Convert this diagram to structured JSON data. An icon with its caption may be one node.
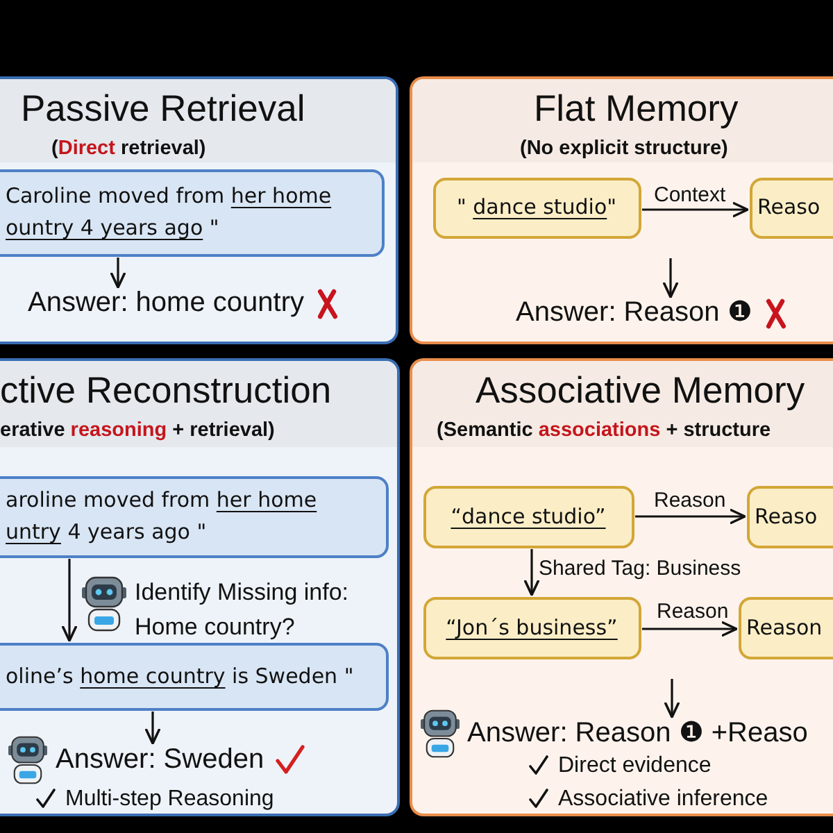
{
  "diagram": {
    "nodes": [
      {
        "text": [
          "Passive Retrieval",
          "(**Direct** retrieval)"
        ]
      },
      {
        "text": [
          "Caroline moved from *her home ountry 4 years ago* \""
        ],
        "in": 0
      },
      {
        "text": [
          "Answer: home country"
        ],
        "in": 0
      },
      {
        "text": [
          "Flat Memory",
          "(No explicit structure)"
        ]
      },
      {
        "text": [
          "\" *dance studio*\""
        ],
        "in": 3
      },
      {
        "text": [
          "Reaso"
        ],
        "in": 3
      },
      {
        "text": [
          "Answer: Reason ❶"
        ],
        "in": 3
      },
      {
        "text": [
          "ctive Reconstruction",
          "erative **reasoning** + retrieval)"
        ]
      },
      {
        "text": [
          "aroline moved from *her home untry* 4 years ago \""
        ],
        "in": 7
      },
      {
        "text": [
          "oline’s *home country* is Sweden \""
        ],
        "in": 7
      },
      {
        "text": [
          "Answer: Sweden"
        ],
        "in": 7
      },
      {
        "text": [
          "Associative Memory",
          "(Semantic **associations** + structure"
        ]
      },
      {
        "text": [
          "“dance studio”"
        ],
        "in": 11
      },
      {
        "text": [
          "Reaso"
        ],
        "in": 11
      },
      {
        "text": [
          "“Jon´s business”"
        ],
        "in": 11
      },
      {
        "text": [
          "Reason"
        ],
        "in": 11
      },
      {
        "text": [
          "Answer: Reason ❶ +Reaso"
        ],
        "in": 11
      }
    ],
    "edges": [
      {
        "from": 1,
        "to": 2,
        "arrow": "to"
      },
      {
        "from": 4,
        "to": 5,
        "arrow": "to",
        "label": "Context"
      },
      {
        "from": null,
        "to": 6,
        "arrow": "to"
      },
      {
        "from": 8,
        "to": 9,
        "arrow": "to",
        "label": "Identify Missing info: Home country?"
      },
      {
        "from": 9,
        "to": 10,
        "arrow": "to"
      },
      {
        "from": 12,
        "to": 13,
        "arrow": "to",
        "label": "Reason"
      },
      {
        "from": 12,
        "to": 14,
        "arrow": "to",
        "label": "Shared Tag: Business"
      },
      {
        "from": 14,
        "to": 15,
        "arrow": "to",
        "label": "Reason"
      },
      {
        "from": null,
        "to": 16,
        "arrow": "to"
      }
    ],
    "labels": [
      "Multi-step Reasoning",
      "Direct evidence",
      "Associative inference"
    ]
  }
}
